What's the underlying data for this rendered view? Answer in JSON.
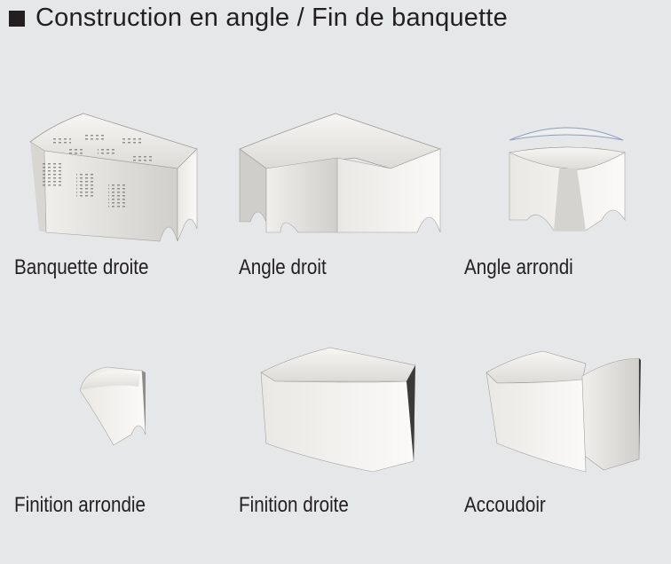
{
  "header": {
    "title": "Construction en angle / Fin de banquette",
    "bullet_color": "#231f20"
  },
  "items": [
    {
      "label": "Banquette droite"
    },
    {
      "label": "Angle droit"
    },
    {
      "label": "Angle arrondi"
    },
    {
      "label": "Finition arrondie"
    },
    {
      "label": "Finition droite"
    },
    {
      "label": "Accoudoir"
    }
  ],
  "colors": {
    "background": "#e6e7e8",
    "block_light": "#f3f2ef",
    "block_mid": "#d9d8d4",
    "block_dark": "#b9b8b3",
    "outline": "#8e8d89"
  }
}
